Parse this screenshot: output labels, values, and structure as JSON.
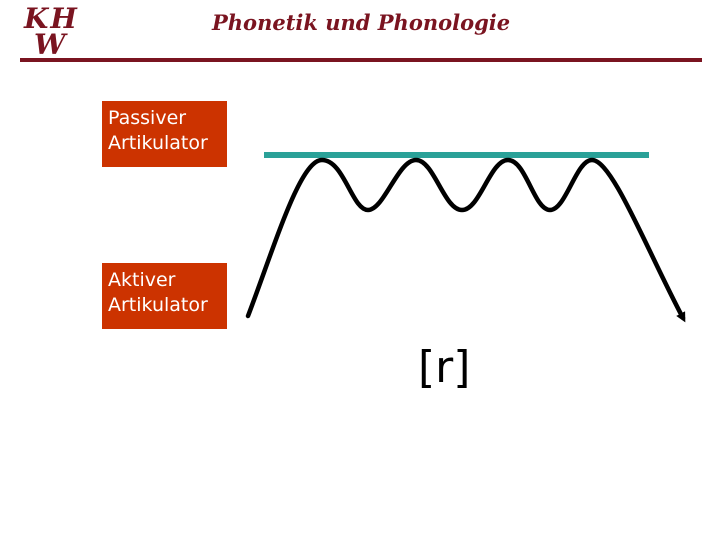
{
  "header": {
    "logo_line1": "KH",
    "logo_line2": "W",
    "title": "Phonetik und Phonologie",
    "accent_color": "#7a1420"
  },
  "labels": {
    "passive_line1": "Passiver",
    "passive_line2": "Artikulator",
    "active_line1": "Aktiver",
    "active_line2": "Artikulator",
    "box_color": "#cc3300"
  },
  "diagram": {
    "palate_color": "#2aa198",
    "tongue_color": "#000000",
    "tongue_oscillations": 4,
    "symbol": "[r]"
  }
}
